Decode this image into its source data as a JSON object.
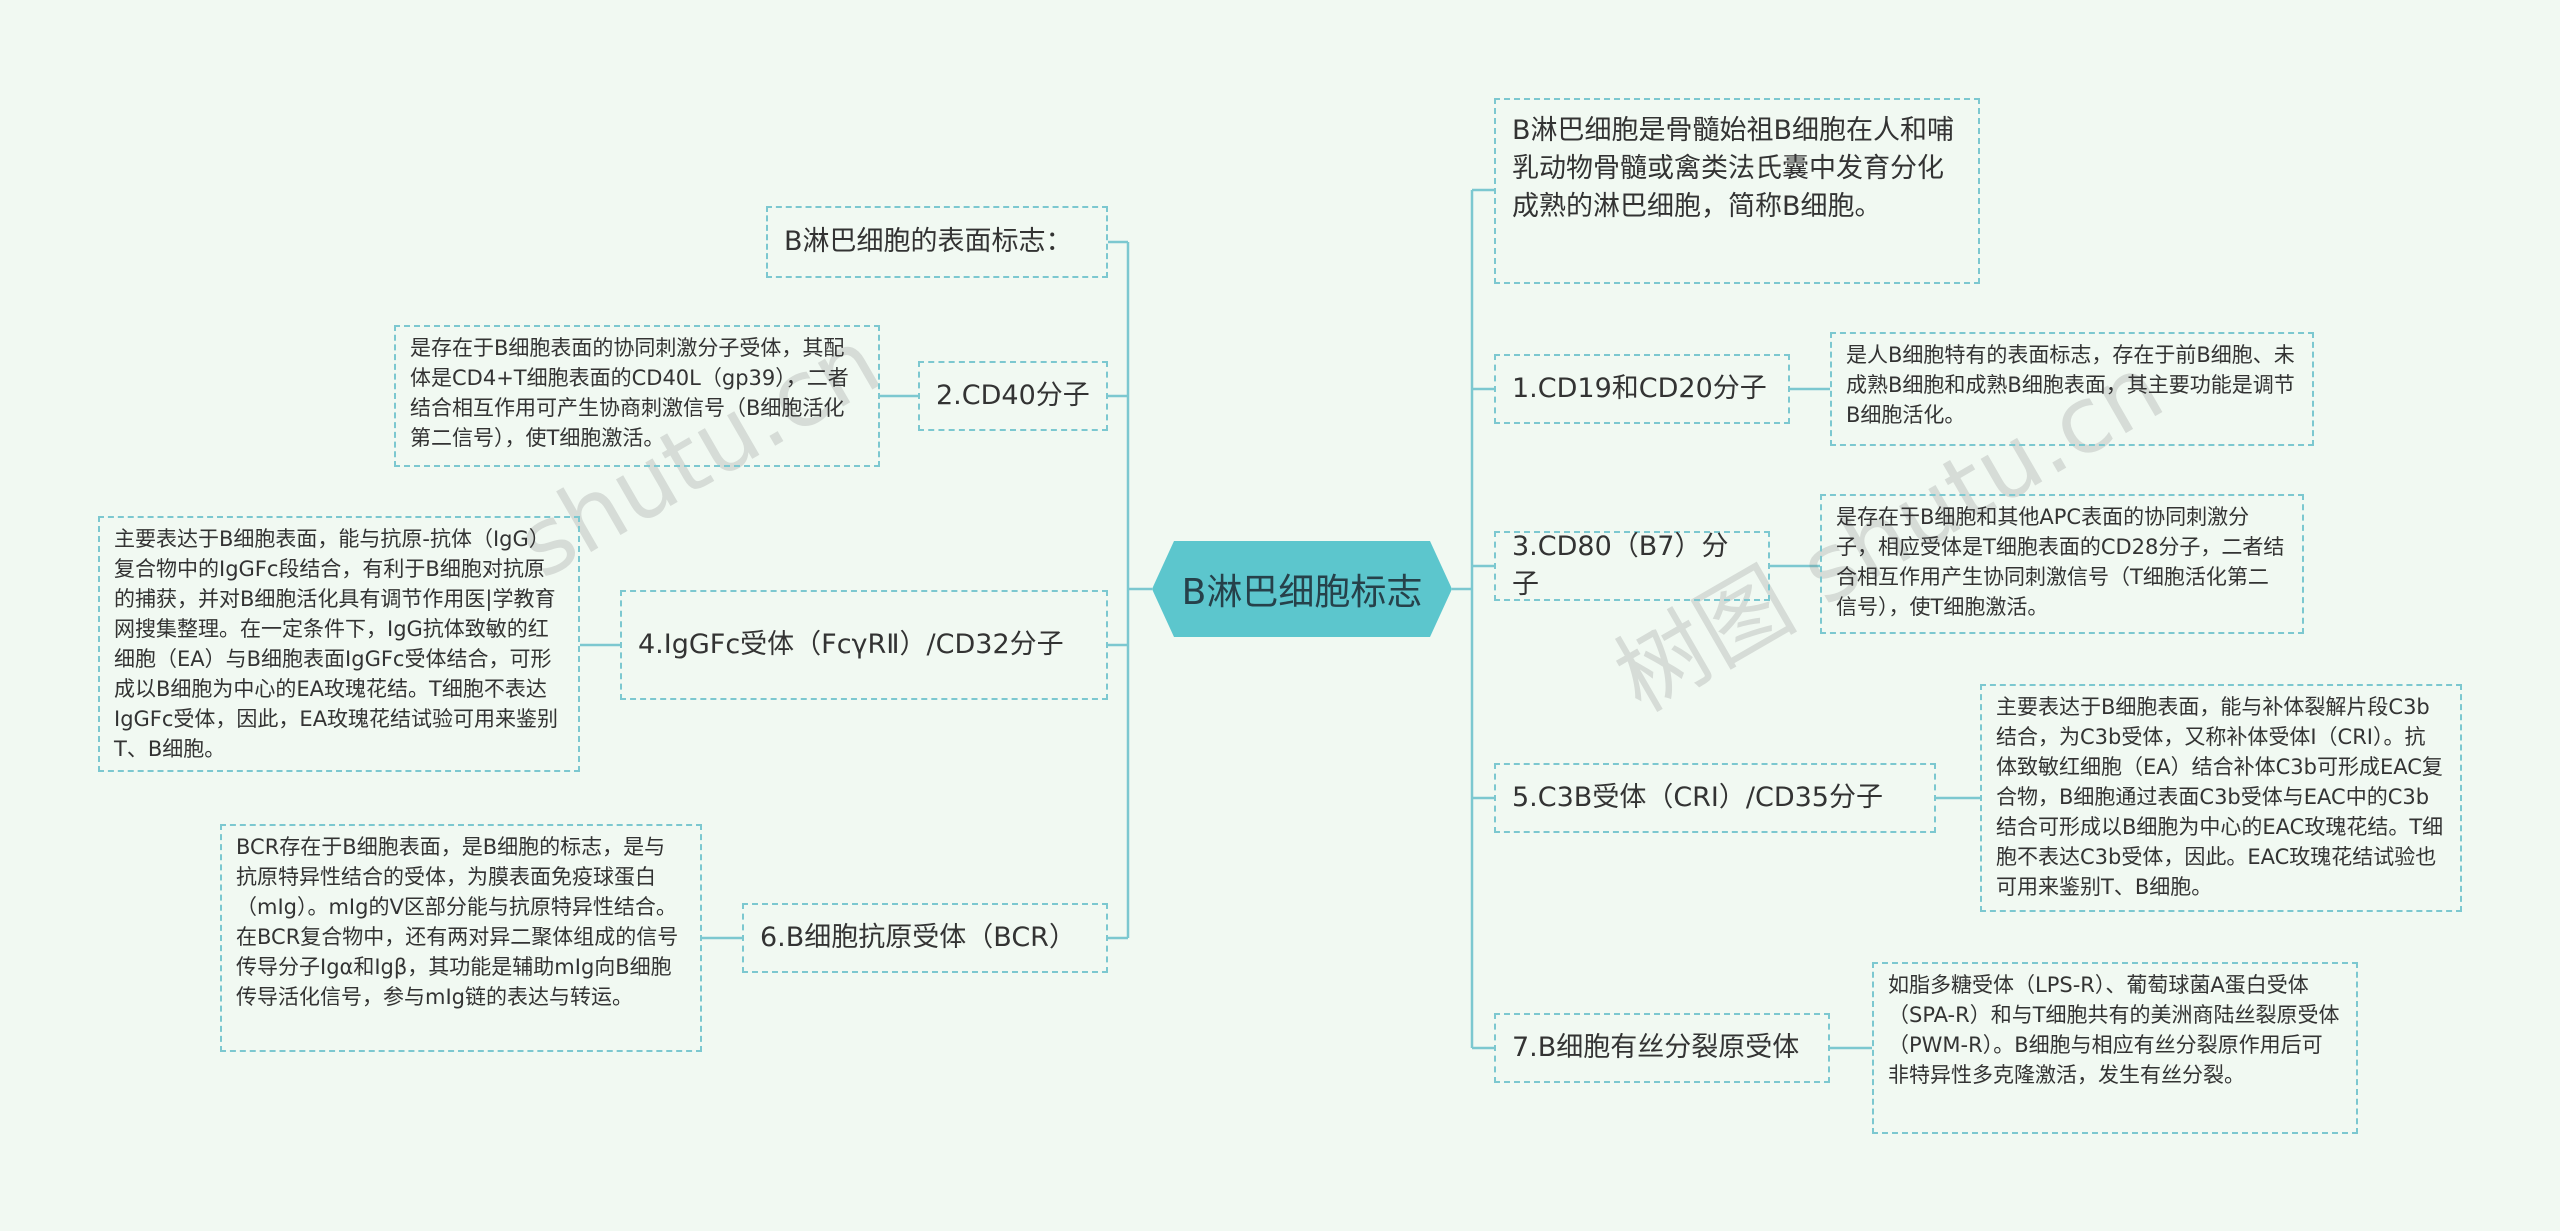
{
  "root": {
    "label": "B淋巴细胞标志"
  },
  "left": [
    {
      "id": "surface",
      "label": "B淋巴细胞的表面标志：",
      "detail": ""
    },
    {
      "id": "cd40",
      "label": "2.CD40分子",
      "detail": "是存在于B细胞表面的协同刺激分子受体，其配体是CD4+T细胞表面的CD40L（gp39），二者结合相互作用可产生协商刺激信号（B细胞活化第二信号），使T细胞激活。"
    },
    {
      "id": "fcr",
      "label": "4.IgGFc受体（FcγRⅡ）/CD32分子",
      "detail": "主要表达于B细胞表面，能与抗原-抗体（IgG）复合物中的IgGFc段结合，有利于B细胞对抗原的捕获，并对B细胞活化具有调节作用医|学教育网搜集整理。在一定条件下，IgG抗体致敏的红细胞（EA）与B细胞表面IgGFc受体结合，可形成以B细胞为中心的EA玫瑰花结。T细胞不表达IgGFc受体，因此，EA玫瑰花结试验可用来鉴别T、B细胞。"
    },
    {
      "id": "bcr",
      "label": "6.B细胞抗原受体（BCR）",
      "detail": "BCR存在于B细胞表面，是B细胞的标志，是与抗原特异性结合的受体，为膜表面免疫球蛋白（mIg）。mIg的V区部分能与抗原特异性结合。在BCR复合物中，还有两对异二聚体组成的信号传导分子Igα和Igβ，其功能是辅助mIg向B细胞传导活化信号，参与mIg链的表达与转运。"
    }
  ],
  "right": [
    {
      "id": "def",
      "label": "B淋巴细胞是骨髓始祖B细胞在人和哺乳动物骨髓或禽类法氏囊中发育分化成熟的淋巴细胞，简称B细胞。",
      "detail": ""
    },
    {
      "id": "cd19",
      "label": "1.CD19和CD20分子",
      "detail": "是人B细胞特有的表面标志，存在于前B细胞、未成熟B细胞和成熟B细胞表面，其主要功能是调节B细胞活化。"
    },
    {
      "id": "cd80",
      "label": "3.CD80（B7）分子",
      "detail": "是存在于B细胞和其他APC表面的协同刺激分子，相应受体是T细胞表面的CD28分子，二者结合相互作用产生协同刺激信号（T细胞活化第二信号），使T细胞激活。"
    },
    {
      "id": "c3b",
      "label": "5.C3B受体（CRⅠ）/CD35分子",
      "detail": "主要表达于B细胞表面，能与补体裂解片段C3b结合，为C3b受体，又称补体受体Ⅰ（CRⅠ）。抗体致敏红细胞（EA）结合补体C3b可形成EAC复合物，B细胞通过表面C3b受体与EAC中的C3b结合可形成以B细胞为中心的EAC玫瑰花结。T细胞不表达C3b受体，因此。EAC玫瑰花结试验也可用来鉴别T、B细胞。"
    },
    {
      "id": "mitogen",
      "label": "7.B细胞有丝分裂原受体",
      "detail": "如脂多糖受体（LPS-R）、葡萄球菌A蛋白受体（SPA-R）和与T细胞共有的美洲商陆丝裂原受体（PWM-R）。B细胞与相应有丝分裂原作用后可非特异性多克隆激活，发生有丝分裂。"
    }
  ],
  "watermarks": [
    "shutu.cn",
    "树图 shutu.cn"
  ],
  "colors": {
    "background": "#f1f9f2",
    "root_fill": "#5cc6cd",
    "line": "#7cc8d0"
  }
}
